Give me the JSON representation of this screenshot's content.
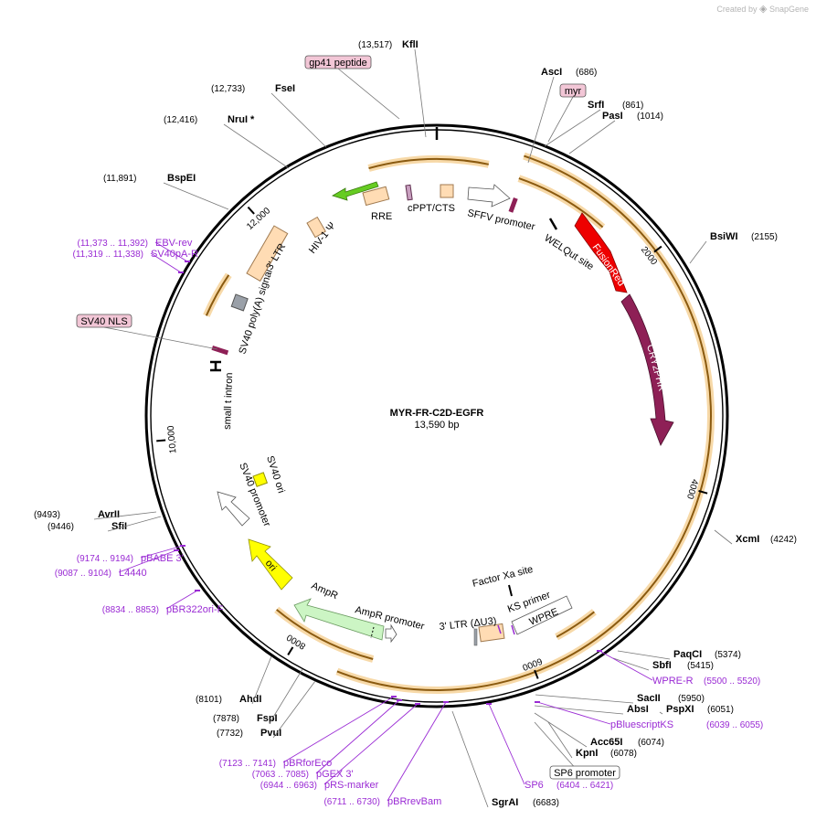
{
  "watermark": {
    "text": "Created by",
    "brand": "SnapGene"
  },
  "plasmid": {
    "name": "MYR-FR-C2D-EGFR",
    "length": "13,590 bp"
  },
  "ticks": [
    "2000",
    "4000",
    "6000",
    "8000",
    "10,000",
    "12,000"
  ],
  "enzymes": [
    {
      "name": "KflI",
      "pos": "(13,517)"
    },
    {
      "name": "AscI",
      "pos": "(686)"
    },
    {
      "name": "SrfI",
      "pos": "(861)"
    },
    {
      "name": "PasI",
      "pos": "(1014)"
    },
    {
      "name": "BsiWI",
      "pos": "(2155)"
    },
    {
      "name": "XcmI",
      "pos": "(4242)"
    },
    {
      "name": "PaqCI",
      "pos": "(5374)"
    },
    {
      "name": "SbfI",
      "pos": "(5415)"
    },
    {
      "name": "SacII",
      "pos": "(5950)"
    },
    {
      "name": "AbsI",
      "pos": ""
    },
    {
      "name": "PspXI",
      "pos": "(6051)"
    },
    {
      "name": "Acc65I",
      "pos": "(6074)"
    },
    {
      "name": "KpnI",
      "pos": "(6078)"
    },
    {
      "name": "SgrAI",
      "pos": "(6683)"
    },
    {
      "name": "AhdI",
      "pos": "(8101)"
    },
    {
      "name": "FspI",
      "pos": "(7878)"
    },
    {
      "name": "PvuI",
      "pos": "(7732)"
    },
    {
      "name": "AvrII",
      "pos": "(9493)"
    },
    {
      "name": "SfiI",
      "pos": "(9446)"
    },
    {
      "name": "BspEI",
      "pos": "(11,891)"
    },
    {
      "name": "NruI *",
      "pos": "(12,416)"
    },
    {
      "name": "FseI",
      "pos": "(12,733)"
    }
  ],
  "primers": [
    {
      "name": "EBV-rev",
      "pos": "(11,373 .. 11,392)"
    },
    {
      "name": "SV40pA-R",
      "pos": "(11,319 .. 11,338)"
    },
    {
      "name": "pBABE 3'",
      "pos": "(9174 .. 9194)"
    },
    {
      "name": "L4440",
      "pos": "(9087 .. 9104)"
    },
    {
      "name": "pBR322ori-F",
      "pos": "(8834 .. 8853)"
    },
    {
      "name": "pBRforEco",
      "pos": "(7123 .. 7141)"
    },
    {
      "name": "pGEX 3'",
      "pos": "(7063 .. 7085)"
    },
    {
      "name": "pRS-marker",
      "pos": "(6944 .. 6963)"
    },
    {
      "name": "pBRrevBam",
      "pos": "(6711 .. 6730)"
    },
    {
      "name": "SP6",
      "pos": "(6404 .. 6421)"
    },
    {
      "name": "pBluescriptKS",
      "pos": "(6039 .. 6055)"
    },
    {
      "name": "WPRE-R",
      "pos": "(5500 .. 5520)"
    }
  ],
  "boxed_labels": [
    "gp41 peptide",
    "myr",
    "SV40 NLS",
    "SP6 promoter"
  ],
  "features": {
    "fusionred": "FusionRed",
    "cry2phr": "CRY2PHR",
    "ampr": "AmpR",
    "ori": "ori",
    "rre": "RRE",
    "cppt": "cPPT/CTS",
    "sffv": "SFFV promoter",
    "welqut": "WELQut site",
    "ltr3": "3' LTR",
    "hiv": "HIV-1 Ψ",
    "sv40polya": "SV40 poly(A) signal",
    "smalltintron": "small t intron",
    "sv40ori": "SV40 ori",
    "sv40promoter": "SV40 promoter",
    "amprpromoter": "AmpR promoter",
    "ltr3du3": "3' LTR (ΔU3)",
    "factorxa": "Factor Xa site",
    "ksprimer": "KS primer",
    "wpre": "WPRE"
  },
  "colors": {
    "backbone": "#000000",
    "orf": "#e8a33c",
    "fusionred": "#ee0000",
    "cry2phr": "#8e2056",
    "ampr": "#ccf5c4",
    "ori": "#ffff00",
    "ltr": "#ffdcb4",
    "primer": "#9a2bd4",
    "boxed": "#f2c6d6",
    "green_arrow": "#66cc22"
  }
}
